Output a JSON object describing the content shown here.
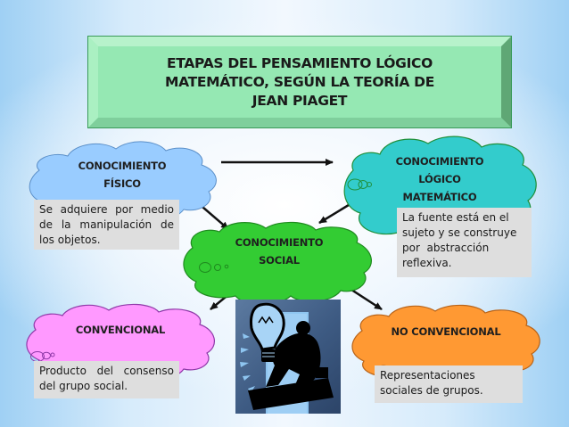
{
  "title": {
    "lines": [
      "ETAPAS DEL PENSAMIENTO LÓGICO",
      "MATEMÁTICO, SEGÚN LA TEORÍA DE",
      "JEAN PIAGET"
    ]
  },
  "nodes": {
    "fisico": {
      "label_lines": [
        "CONOCIMIENTO",
        "FÍSICO"
      ],
      "color": "#99ccff"
    },
    "logico": {
      "label_lines": [
        "CONOCIMIENTO",
        "LÓGICO",
        "MATEMÁTICO"
      ],
      "color": "#33cccc"
    },
    "social": {
      "label_lines": [
        "CONOCIMIENTO",
        "SOCIAL"
      ],
      "color": "#33cc33"
    },
    "convencional": {
      "label_lines": [
        "CONVENCIONAL"
      ],
      "color": "#ff99ff"
    },
    "no_convencional": {
      "label_lines": [
        "NO CONVENCIONAL"
      ],
      "color": "#ff9933"
    }
  },
  "notes": {
    "fisico": [
      "Se adquiere por medio",
      "de la manipulación de",
      "los objetos."
    ],
    "logico": [
      "La fuente está en el",
      "sujeto y se construye",
      "por  abstracción",
      "reflexiva."
    ],
    "convencional": [
      "Producto del consenso",
      "del grupo social."
    ],
    "no_convencional": [
      "Representaciones",
      "sociales de grupos."
    ]
  },
  "edges": [
    {
      "from": "fisico",
      "to": "logico"
    },
    {
      "from": "fisico",
      "to": "social"
    },
    {
      "from": "logico",
      "to": "social"
    },
    {
      "from": "social",
      "to": "convencional"
    },
    {
      "from": "social",
      "to": "no_convencional"
    }
  ],
  "picture": {
    "icon": "lightbulb-businessman-icon"
  }
}
